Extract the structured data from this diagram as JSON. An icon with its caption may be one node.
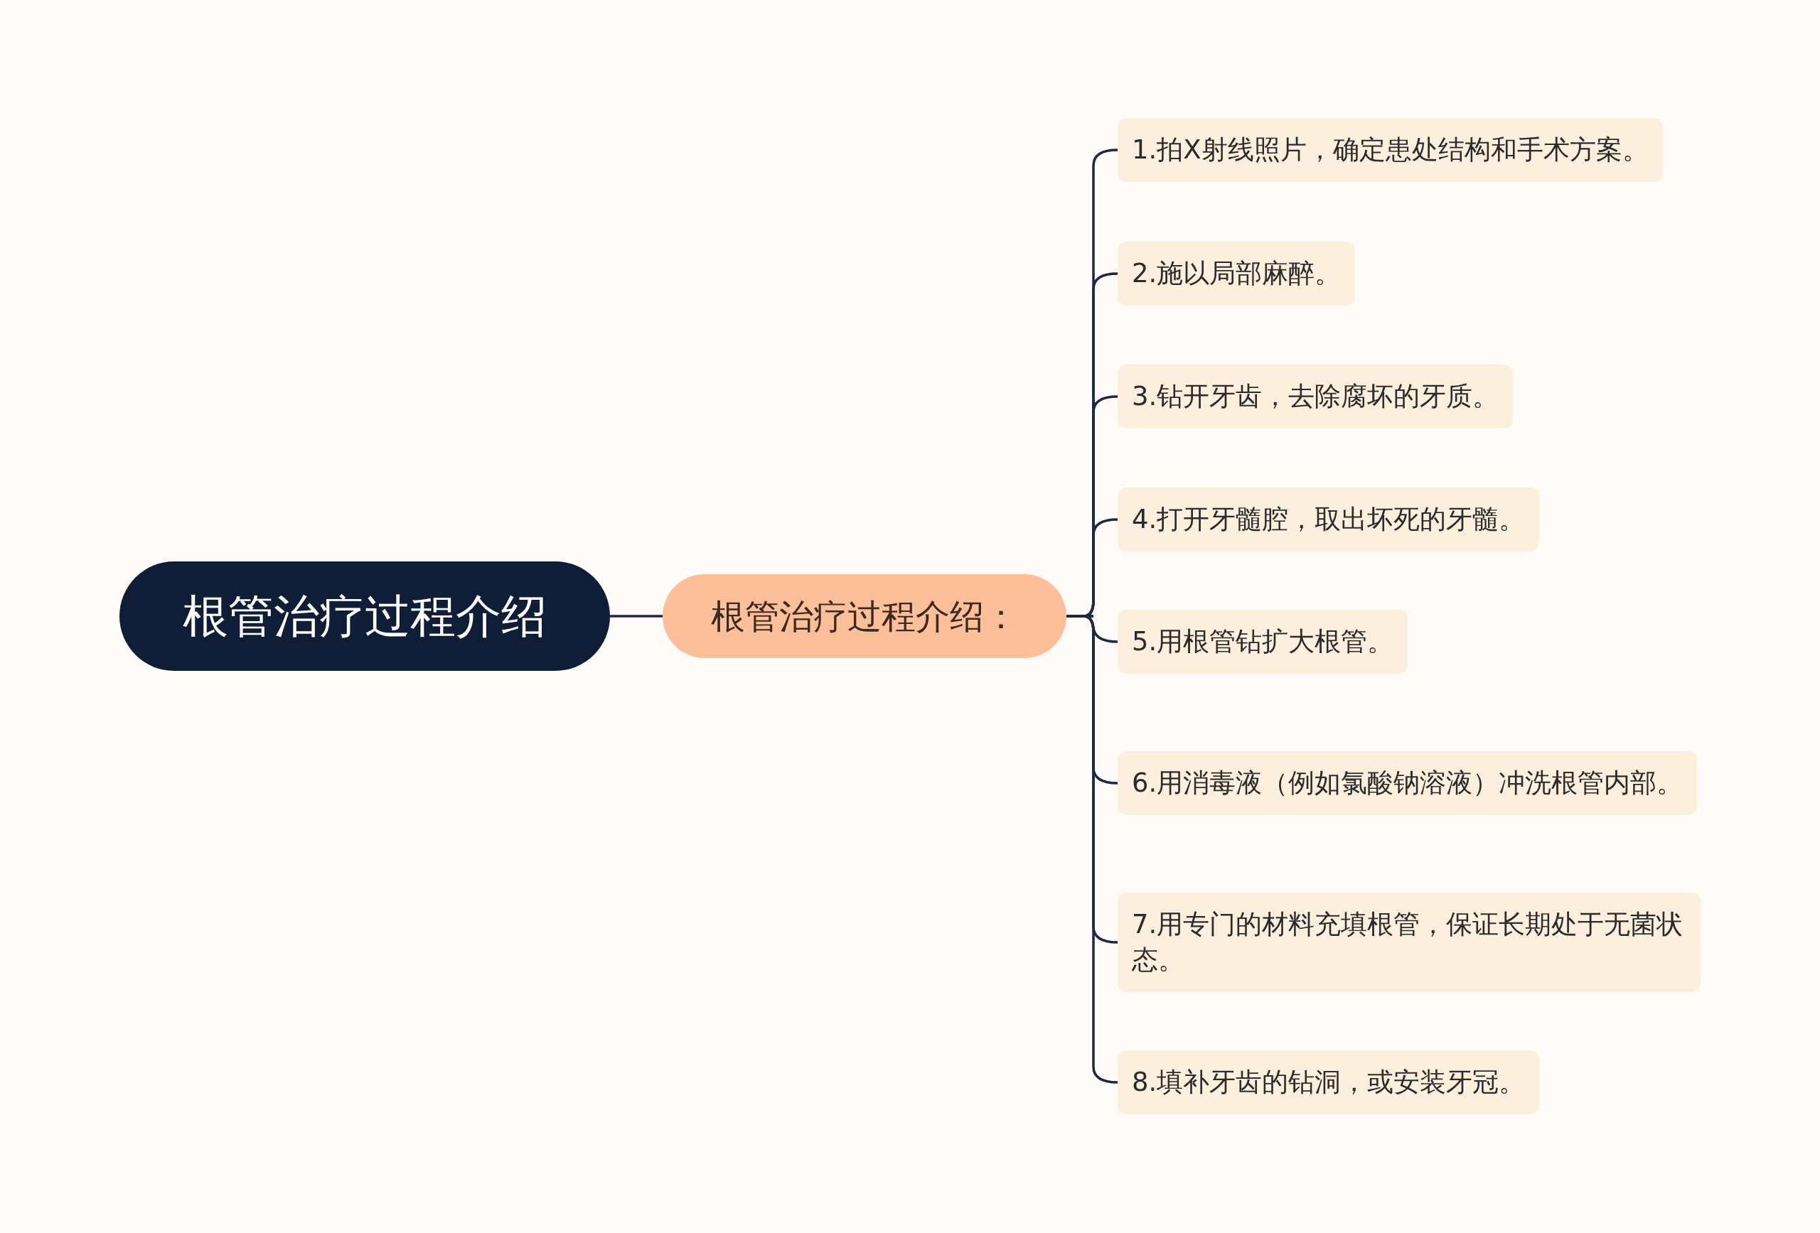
{
  "diagram": {
    "nodes": [
      {
        "text": [
          "根管治疗过程介绍"
        ]
      },
      {
        "text": [
          "根管治疗过程介绍："
        ]
      },
      {
        "text": [
          "1.拍X射线照片，确定患处结构和手术方案。"
        ]
      },
      {
        "text": [
          "2.施以局部麻醉。"
        ]
      },
      {
        "text": [
          "3.钻开牙齿，去除腐坏的牙质。"
        ]
      },
      {
        "text": [
          "4.打开牙髓腔，取出坏死的牙髓。"
        ]
      },
      {
        "text": [
          "5.用根管钻扩大根管。"
        ]
      },
      {
        "text": [
          "6.用消毒液（例如氯酸钠溶液）冲洗根管内部。"
        ]
      },
      {
        "text": [
          "7.用专门的材料充填根管，保证长期处于无菌状态。"
        ]
      },
      {
        "text": [
          "8.填补牙齿的钻洞，或安装牙冠。"
        ]
      }
    ],
    "edges": [
      {
        "from": 0,
        "to": 1,
        "arrow": "none"
      },
      {
        "from": 1,
        "to": 2,
        "arrow": "none"
      },
      {
        "from": 1,
        "to": 3,
        "arrow": "none"
      },
      {
        "from": 1,
        "to": 4,
        "arrow": "none"
      },
      {
        "from": 1,
        "to": 5,
        "arrow": "none"
      },
      {
        "from": 1,
        "to": 6,
        "arrow": "none"
      },
      {
        "from": 1,
        "to": 7,
        "arrow": "none"
      },
      {
        "from": 1,
        "to": 8,
        "arrow": "none"
      },
      {
        "from": 1,
        "to": 9,
        "arrow": "none"
      }
    ]
  }
}
